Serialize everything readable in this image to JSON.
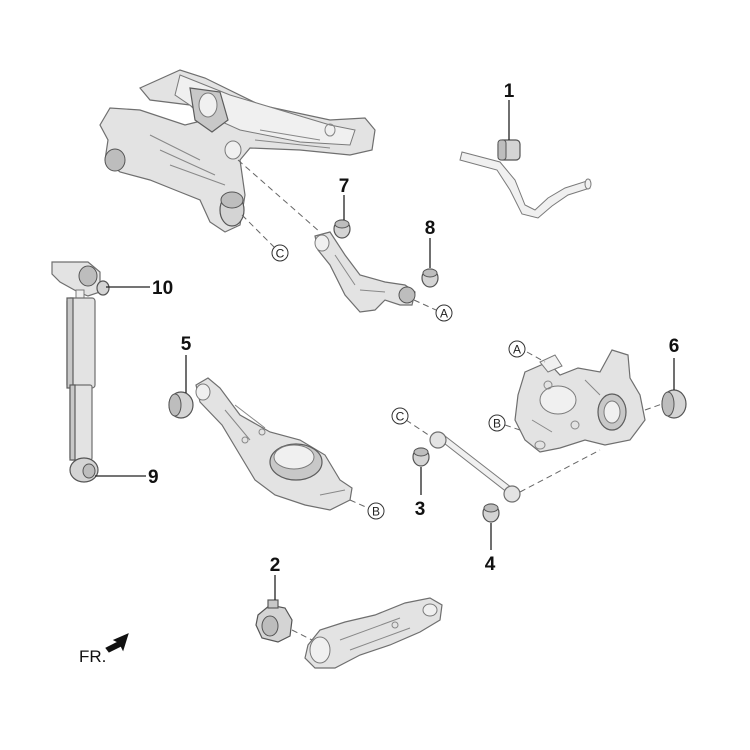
{
  "callouts": {
    "c1": "1",
    "c2": "2",
    "c3": "3",
    "c4": "4",
    "c5": "5",
    "c6": "6",
    "c7": "7",
    "c8": "8",
    "c9": "9",
    "c10": "10"
  },
  "connectors": {
    "a_upper_arm": "A",
    "a_knuckle": "A",
    "b_lower_arm": "B",
    "b_knuckle": "B",
    "c_subframe": "C",
    "c_toe_link": "C"
  },
  "direction_label": "FR.",
  "colors": {
    "part_fill": "#e3e3e3",
    "part_outline": "#6f6f6f",
    "callout_text": "#111111"
  }
}
